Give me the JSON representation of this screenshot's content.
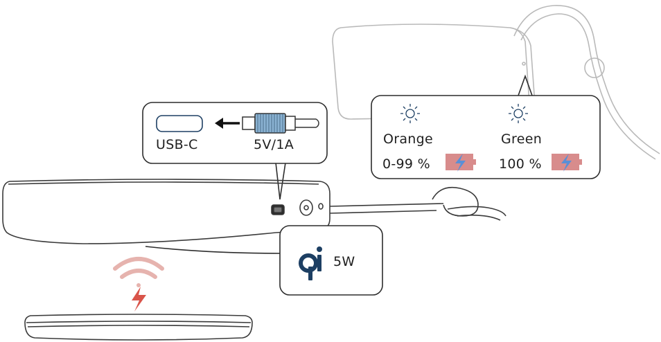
{
  "connector_box": {
    "port_label": "USB-C",
    "input_label": "5V/1A"
  },
  "led_box": {
    "left": {
      "color_label": "Orange",
      "range_label": "0-99 %"
    },
    "right": {
      "color_label": "Green",
      "range_label": "100 %"
    }
  },
  "qi_box": {
    "power_label": "5W"
  },
  "colors": {
    "outline": "#3a3a3a",
    "wireless_waves": "#e6b3ae",
    "bolt": "#d9544a",
    "battery_fill": "#d88c8c",
    "battery_bolt": "#5a8fd6",
    "qi_logo": "#1d3f63"
  }
}
